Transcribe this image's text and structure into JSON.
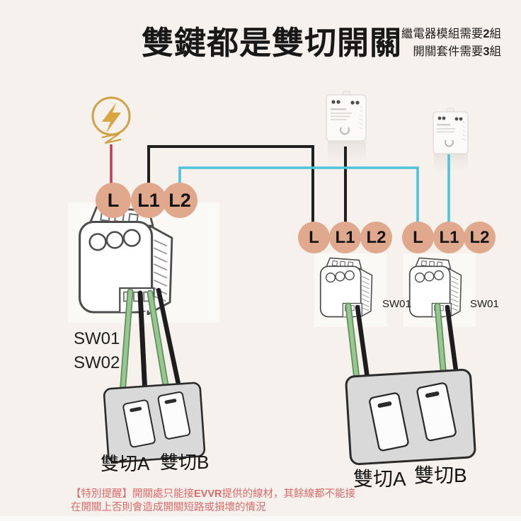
{
  "header": {
    "title": "雙鍵都是雙切開關",
    "note1_pre": "繼電器模組需要",
    "note1_num": "2",
    "note1_post": "組",
    "note2_pre": "開關套件需要",
    "note2_num": "3",
    "note2_post": "組"
  },
  "terminals": {
    "main": [
      "L",
      "L1",
      "L2"
    ],
    "group_a": [
      "L",
      "L1",
      "L2"
    ],
    "group_b": [
      "L",
      "L1",
      "L2"
    ]
  },
  "modules": {
    "main_labels": [
      "SW01",
      "SW02"
    ],
    "module_a_tag": "SW01",
    "module_b_tag": "SW01"
  },
  "switch_plates": {
    "left": [
      "雙切A",
      "雙切B"
    ],
    "right": [
      "雙切A",
      "雙切B"
    ]
  },
  "footer": {
    "warn_pre": "【特別提醒】開關處只能接",
    "warn_brand": "EVVR",
    "warn_post": "提供的線材，其餘線都不能接",
    "warn_line2": "在開關上否則會造成開關短路或損壞的情況"
  },
  "colors": {
    "background": "#f6f1ec",
    "terminal_circle": "#e0a98e",
    "wire_live_red": "#c13a4e",
    "wire_black": "#1f1f1f",
    "wire_cyan": "#4fc3d9",
    "wire_green": "#8abf84",
    "lightning_gold": "#cfa245",
    "warning_red": "#d96a6a",
    "plate_gray": "#d9d9d9"
  }
}
